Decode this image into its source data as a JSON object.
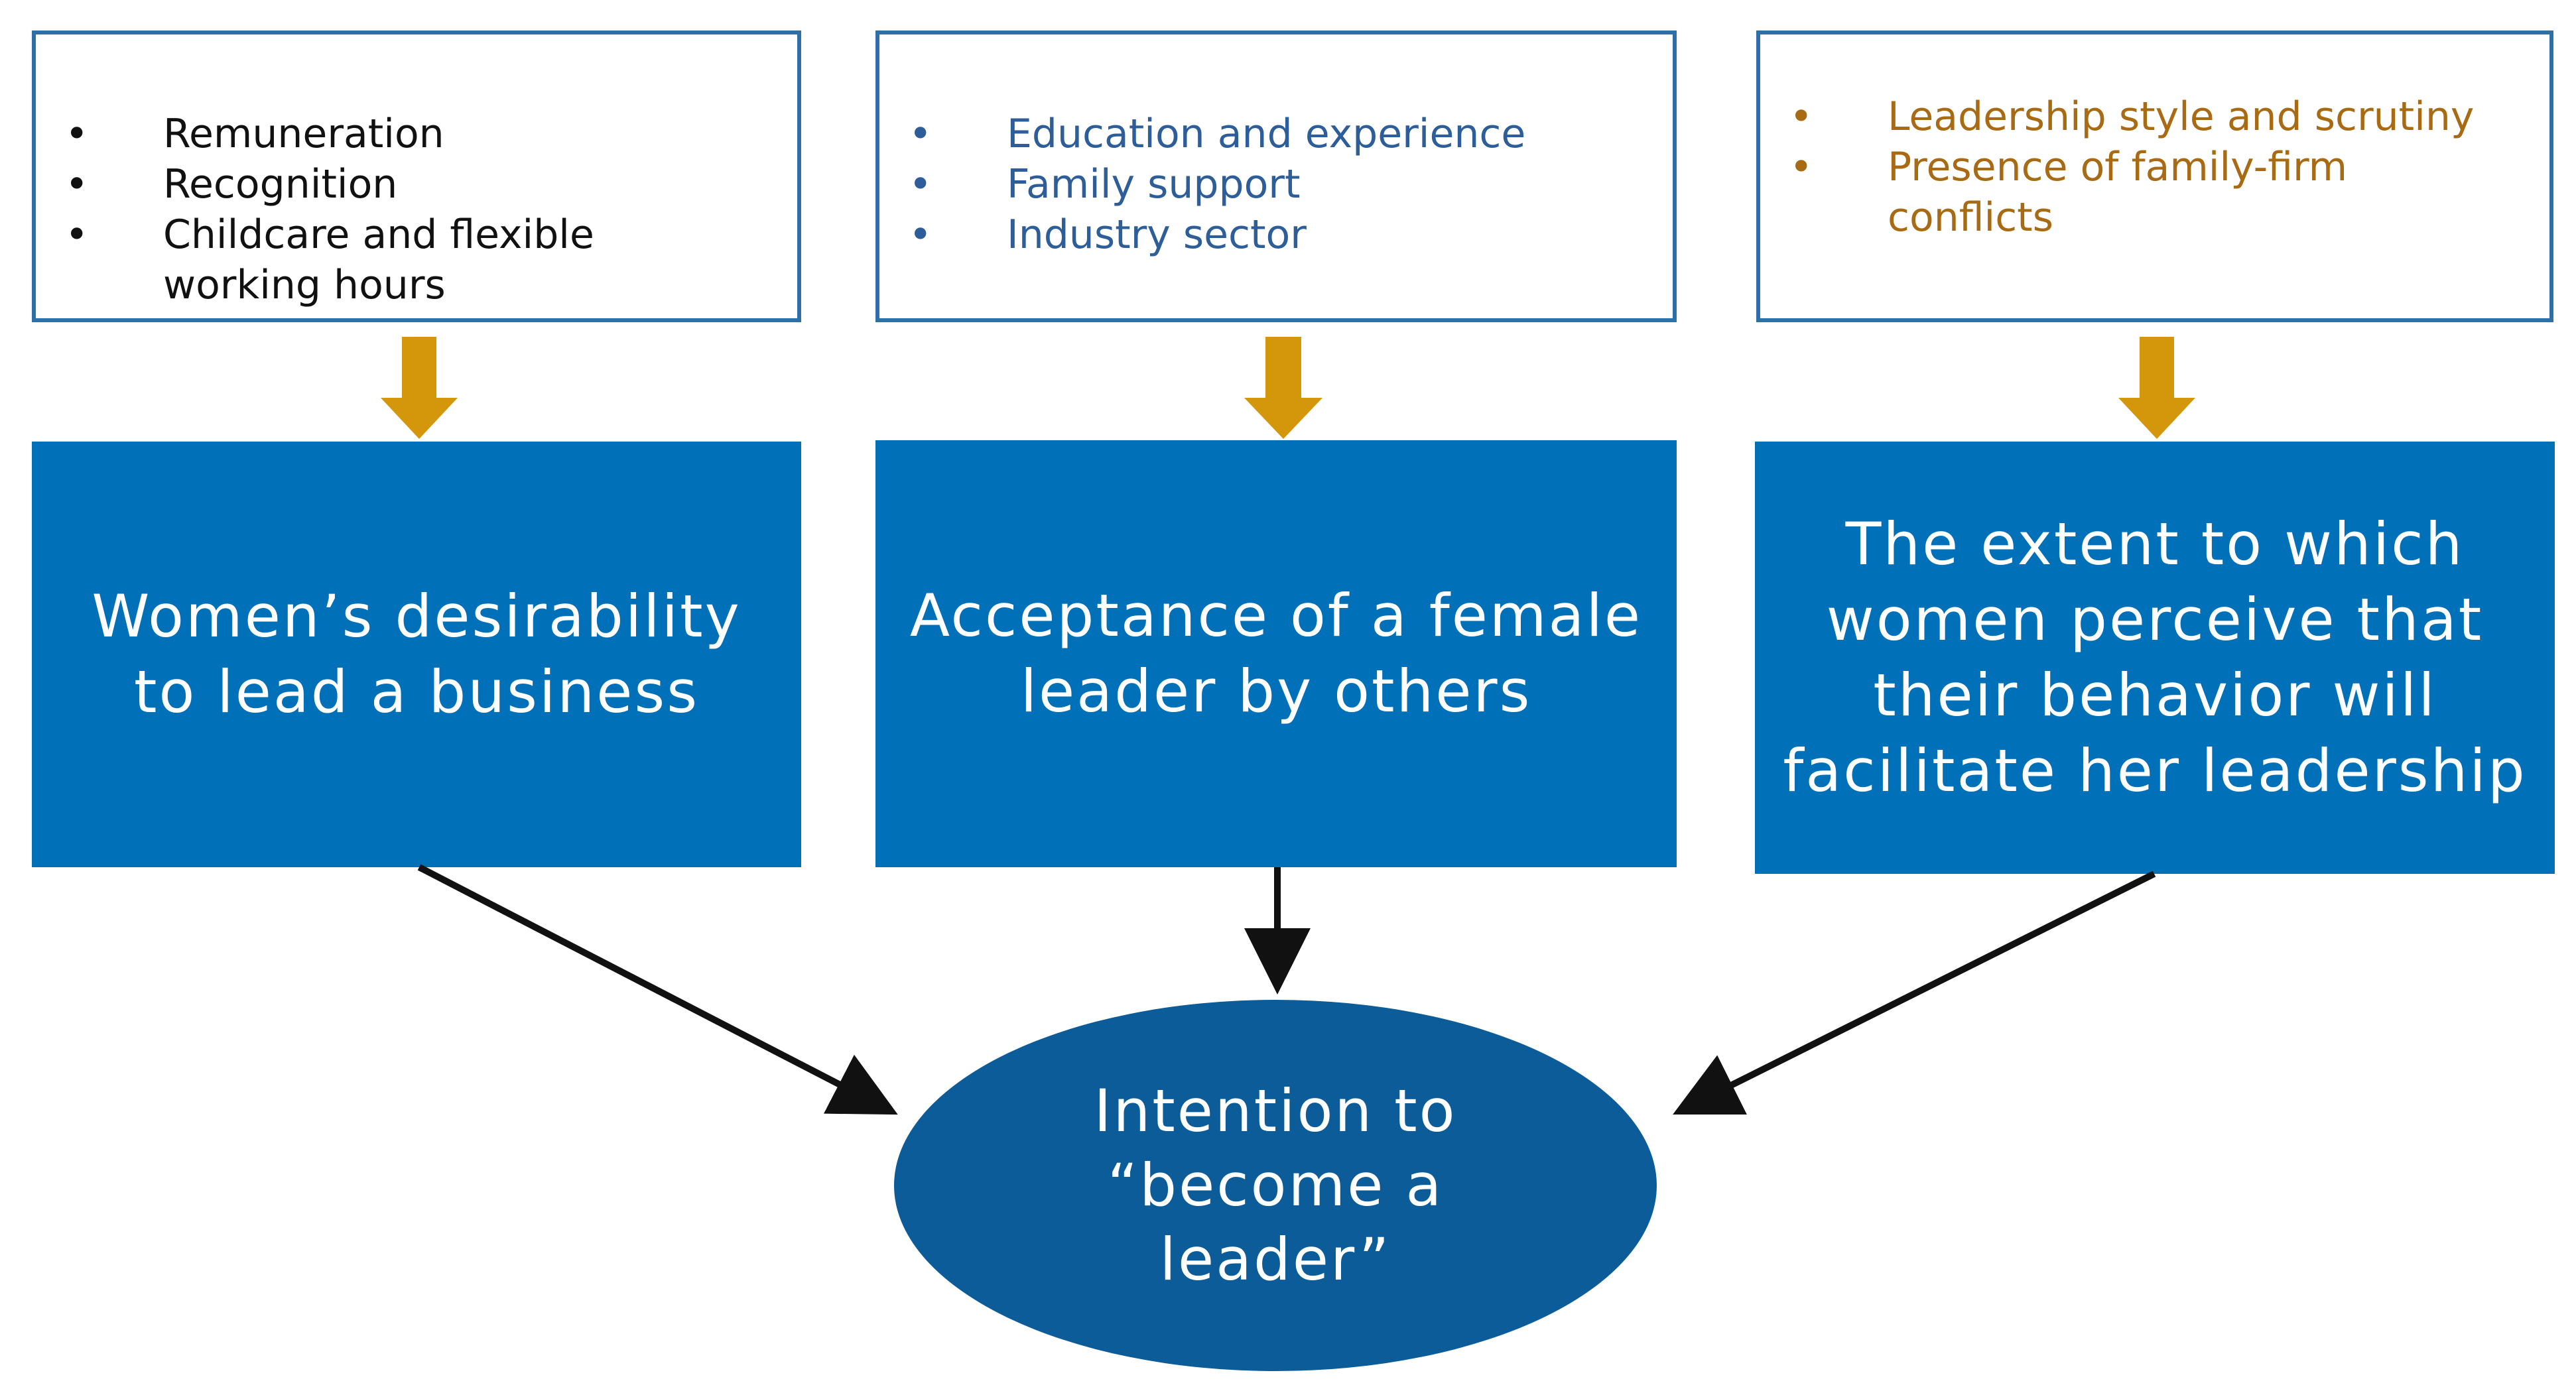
{
  "colors": {
    "box_border": "#2f6fa8",
    "construct_fill": "#0070b8",
    "outcome_fill": "#0c5c99",
    "factor_arrow": "#d4960a",
    "path_arrow": "#111111",
    "group1_text": "#111111",
    "group2_text": "#2e5e9a",
    "group3_text": "#a86a12"
  },
  "factor_groups": [
    {
      "items": [
        "Remuneration",
        "Recognition",
        "Childcare and flexible working hours"
      ]
    },
    {
      "items": [
        "Education and experience",
        "Family support",
        "Industry sector"
      ]
    },
    {
      "items": [
        "Leadership style and scrutiny",
        "Presence of family-firm conflicts"
      ]
    }
  ],
  "constructs": [
    {
      "label": "Women’s desirability to lead a business"
    },
    {
      "label": "Acceptance of a female leader by others"
    },
    {
      "label": "The extent to which women perceive that their behavior will facilitate her leadership"
    }
  ],
  "outcome": {
    "label": "Intention to “become a leader”"
  }
}
